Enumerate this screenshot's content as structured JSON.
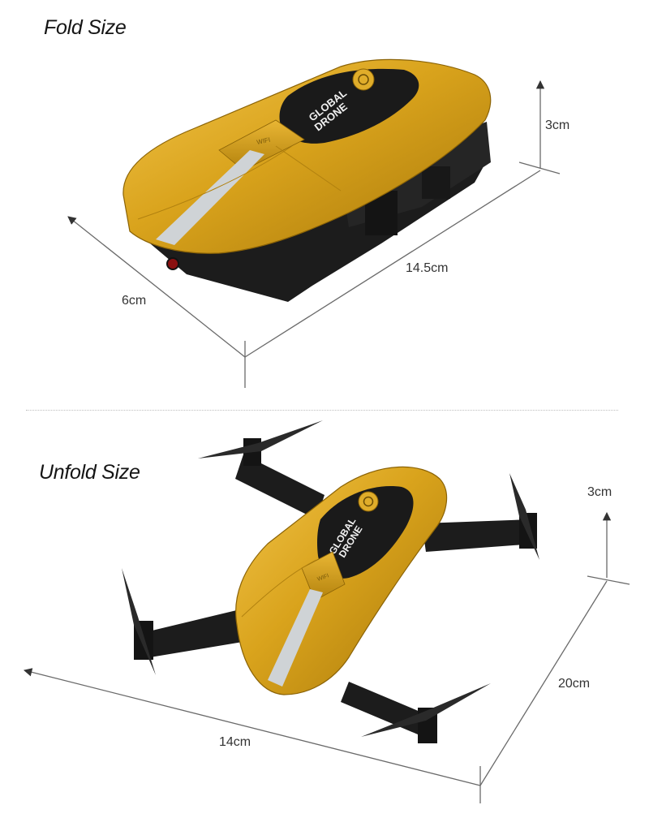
{
  "fold": {
    "title": "Fold Size",
    "height": "3cm",
    "width": "6cm",
    "length": "14.5cm"
  },
  "unfold": {
    "title": "Unfold Size",
    "height": "3cm",
    "depth": "20cm",
    "length": "14cm"
  },
  "product": {
    "logo_line1": "GLOBAL",
    "logo_line2": "DRONE",
    "wifi_label": "WIFI"
  },
  "colors": {
    "body_gold": "#d9a31c",
    "body_dark": "#1c1c1c",
    "stripe": "#cfd3d6",
    "lines": "#6a6a6a"
  }
}
